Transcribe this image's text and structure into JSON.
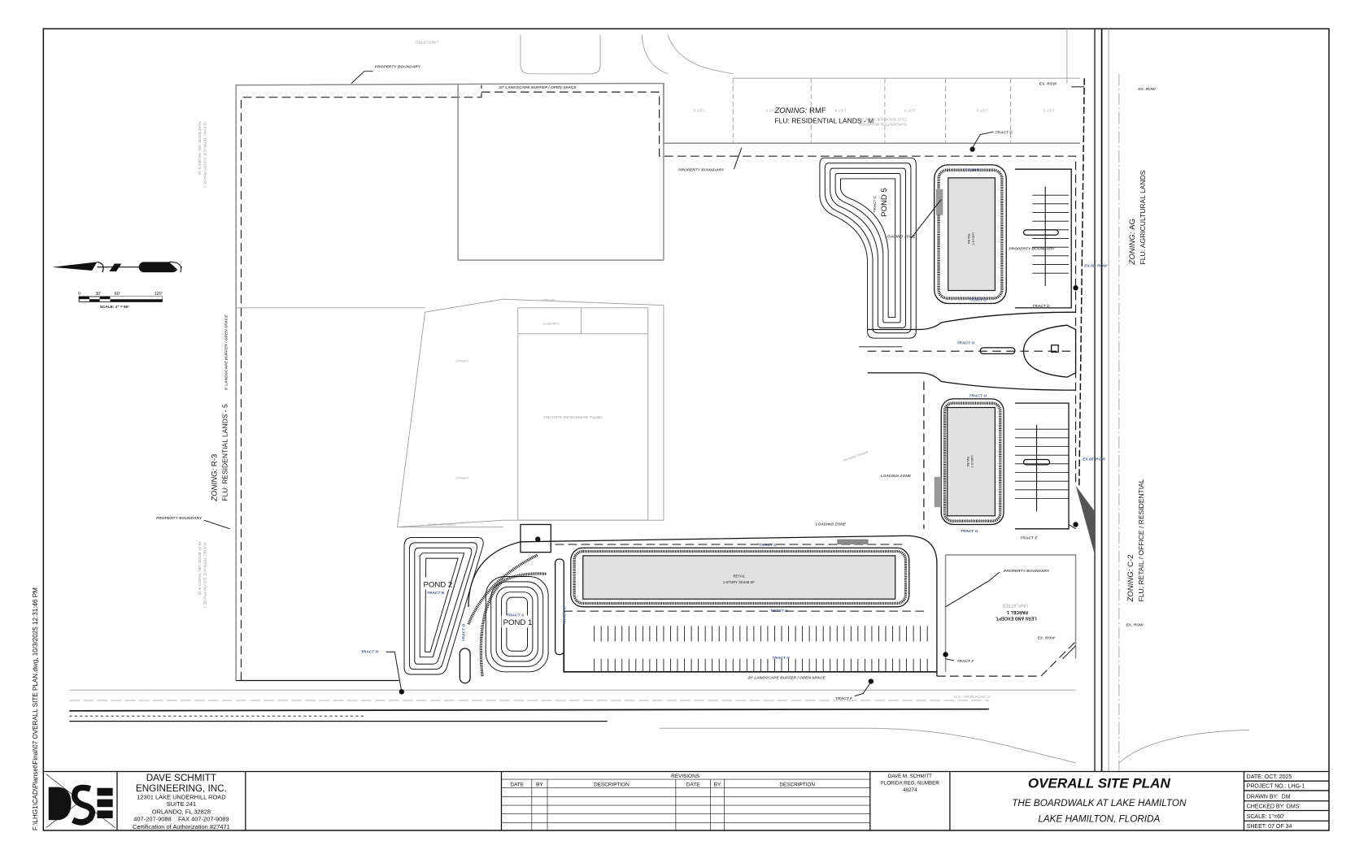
{
  "file_path": "F:\\LHG1\\CAD\\Planset\\Final\\07 OVERALL SITE PLAN.dwg, 10/3/2025 12:31:46 PM",
  "scale_bar": {
    "ticks": [
      "0",
      "30'",
      "60'",
      "120'"
    ],
    "label": "SCALE: 1\" = 60'"
  },
  "zoning": {
    "prefix": "ZONING:",
    "west": {
      "zone": "R-3",
      "flu": "FLU: RESIDENTIAL LANDS - 5"
    },
    "north": {
      "zone": "RMF",
      "flu": "FLU: RESIDENTIAL LANDS - M"
    },
    "east": {
      "zone": "AG",
      "flu": "FLU: AGRICULTURAL LANDS"
    },
    "southeast": {
      "zone": "C-2",
      "flu": "FLU: RETAIL / OFFICE / RESIDENTIAL"
    }
  },
  "plats": {
    "scenic_1": "SCENIC TERRACE SOUTH PHASE 1",
    "scenic_2": "PLAT BOOK 190, PAGES 5-15",
    "sargents_1": "SARGENTS SUBDIVISION",
    "sargents_2": "PLAT BOOK 109, PAGE 36",
    "unplatted": "UNPLATTED",
    "lots": [
      "LOT 6",
      "LOT 5",
      "LOT 4",
      "LOT 3",
      "LOT 2",
      "LOT 1"
    ]
  },
  "ponds": {
    "pond1": "POND 1",
    "pond1_tract": "TRACT A",
    "pond2": "POND 2",
    "pond2_tract": "TRACT B",
    "pond5": "POND 5",
    "pond5_tract": "TRACT C"
  },
  "buildings": {
    "main_name": "RETAIL",
    "main_size": "1-STORY 30,848 SF.",
    "north_name": "RETAIL",
    "north_size": "1-STORY",
    "south_name": "RETAIL",
    "south_size": "1-STORY",
    "existing": "METAL WAREHOUSE BUILDING"
  },
  "labels": {
    "property_boundary": "PROPERTY BOUNDARY",
    "buffer_20": "20' LANDSCAPE BUFFER / OPEN SPACE",
    "buffer_8": "8' LANDSCAPE BUFFER / OPEN SPACE",
    "tract_d": "TRACT D",
    "tract_g": "TRACT G",
    "tract_e": "TRACT E",
    "tract_f": "TRACT F",
    "tract_h": "TRACT H",
    "loading_zone": "LOADING ZONE",
    "ex_row": "EX. ROW",
    "ex_65_row": "EX.65' ROW",
    "less_except": "LESS AND EXCEPT,",
    "parcel": "PARCEL 1",
    "us17": "U.S. / STATE ROAD 17",
    "asphalt": "ASPHALT",
    "concrete": "CONCRETE",
    "gravel": "GRAVEL PARKING",
    "fence": "CHAIN LINK FENCE"
  },
  "title_block": {
    "company": {
      "name_1": "DAVE SCHMITT",
      "name_2": "ENGINEERING, INC.",
      "address_1": "12301 LAKE UNDERHILL ROAD",
      "address_2": "SUITE 241",
      "address_3": "ORLANDO, FL 32828",
      "phone": "407-207-9088    FAX 407-207-9089",
      "cert": "Certification of Authorization #27471",
      "logo_text": "DSE"
    },
    "revisions": {
      "title": "REVISIONS",
      "columns": [
        "DATE",
        "BY",
        "DESCRIPTION",
        "DATE",
        "BY",
        "DESCRIPTION"
      ]
    },
    "engineer": {
      "name": "DAVE M. SCHMITT",
      "reg_label": "FLORIDA REG. NUMBER",
      "reg_number": "48274"
    },
    "title": "OVERALL SITE PLAN",
    "subtitle": "THE BOARDWALK AT LAKE HAMILTON",
    "location": "LAKE HAMILTON, FLORIDA",
    "info": [
      "DATE: OCT. 2025",
      "PROJECT NO.: LHG-1",
      "DRAWN BY:  DM",
      "CHECKED BY: DMS",
      "SCALE: 1\"=60'",
      "SHEET: 07 OF 34"
    ]
  }
}
